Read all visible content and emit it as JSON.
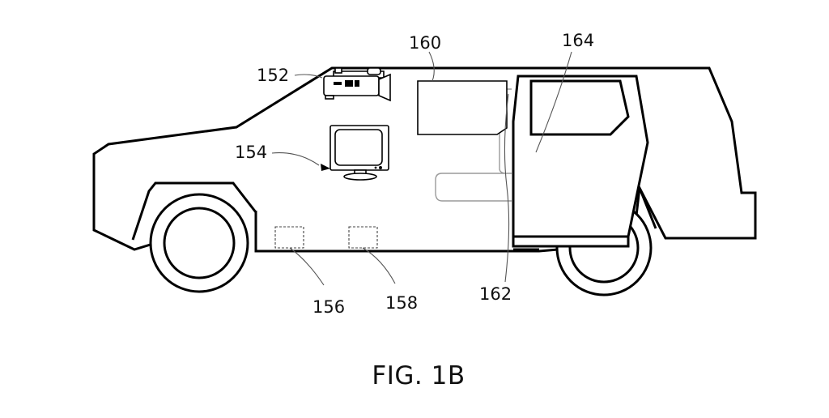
{
  "figure": {
    "caption": "FIG. 1B",
    "references": {
      "camera": "152",
      "display": "154",
      "sensor_front": "156",
      "sensor_rear": "158",
      "panel": "160",
      "door_edge": "162",
      "door": "164"
    },
    "colors": {
      "line": "#000000",
      "leader": "#555555",
      "background": "#ffffff"
    }
  }
}
